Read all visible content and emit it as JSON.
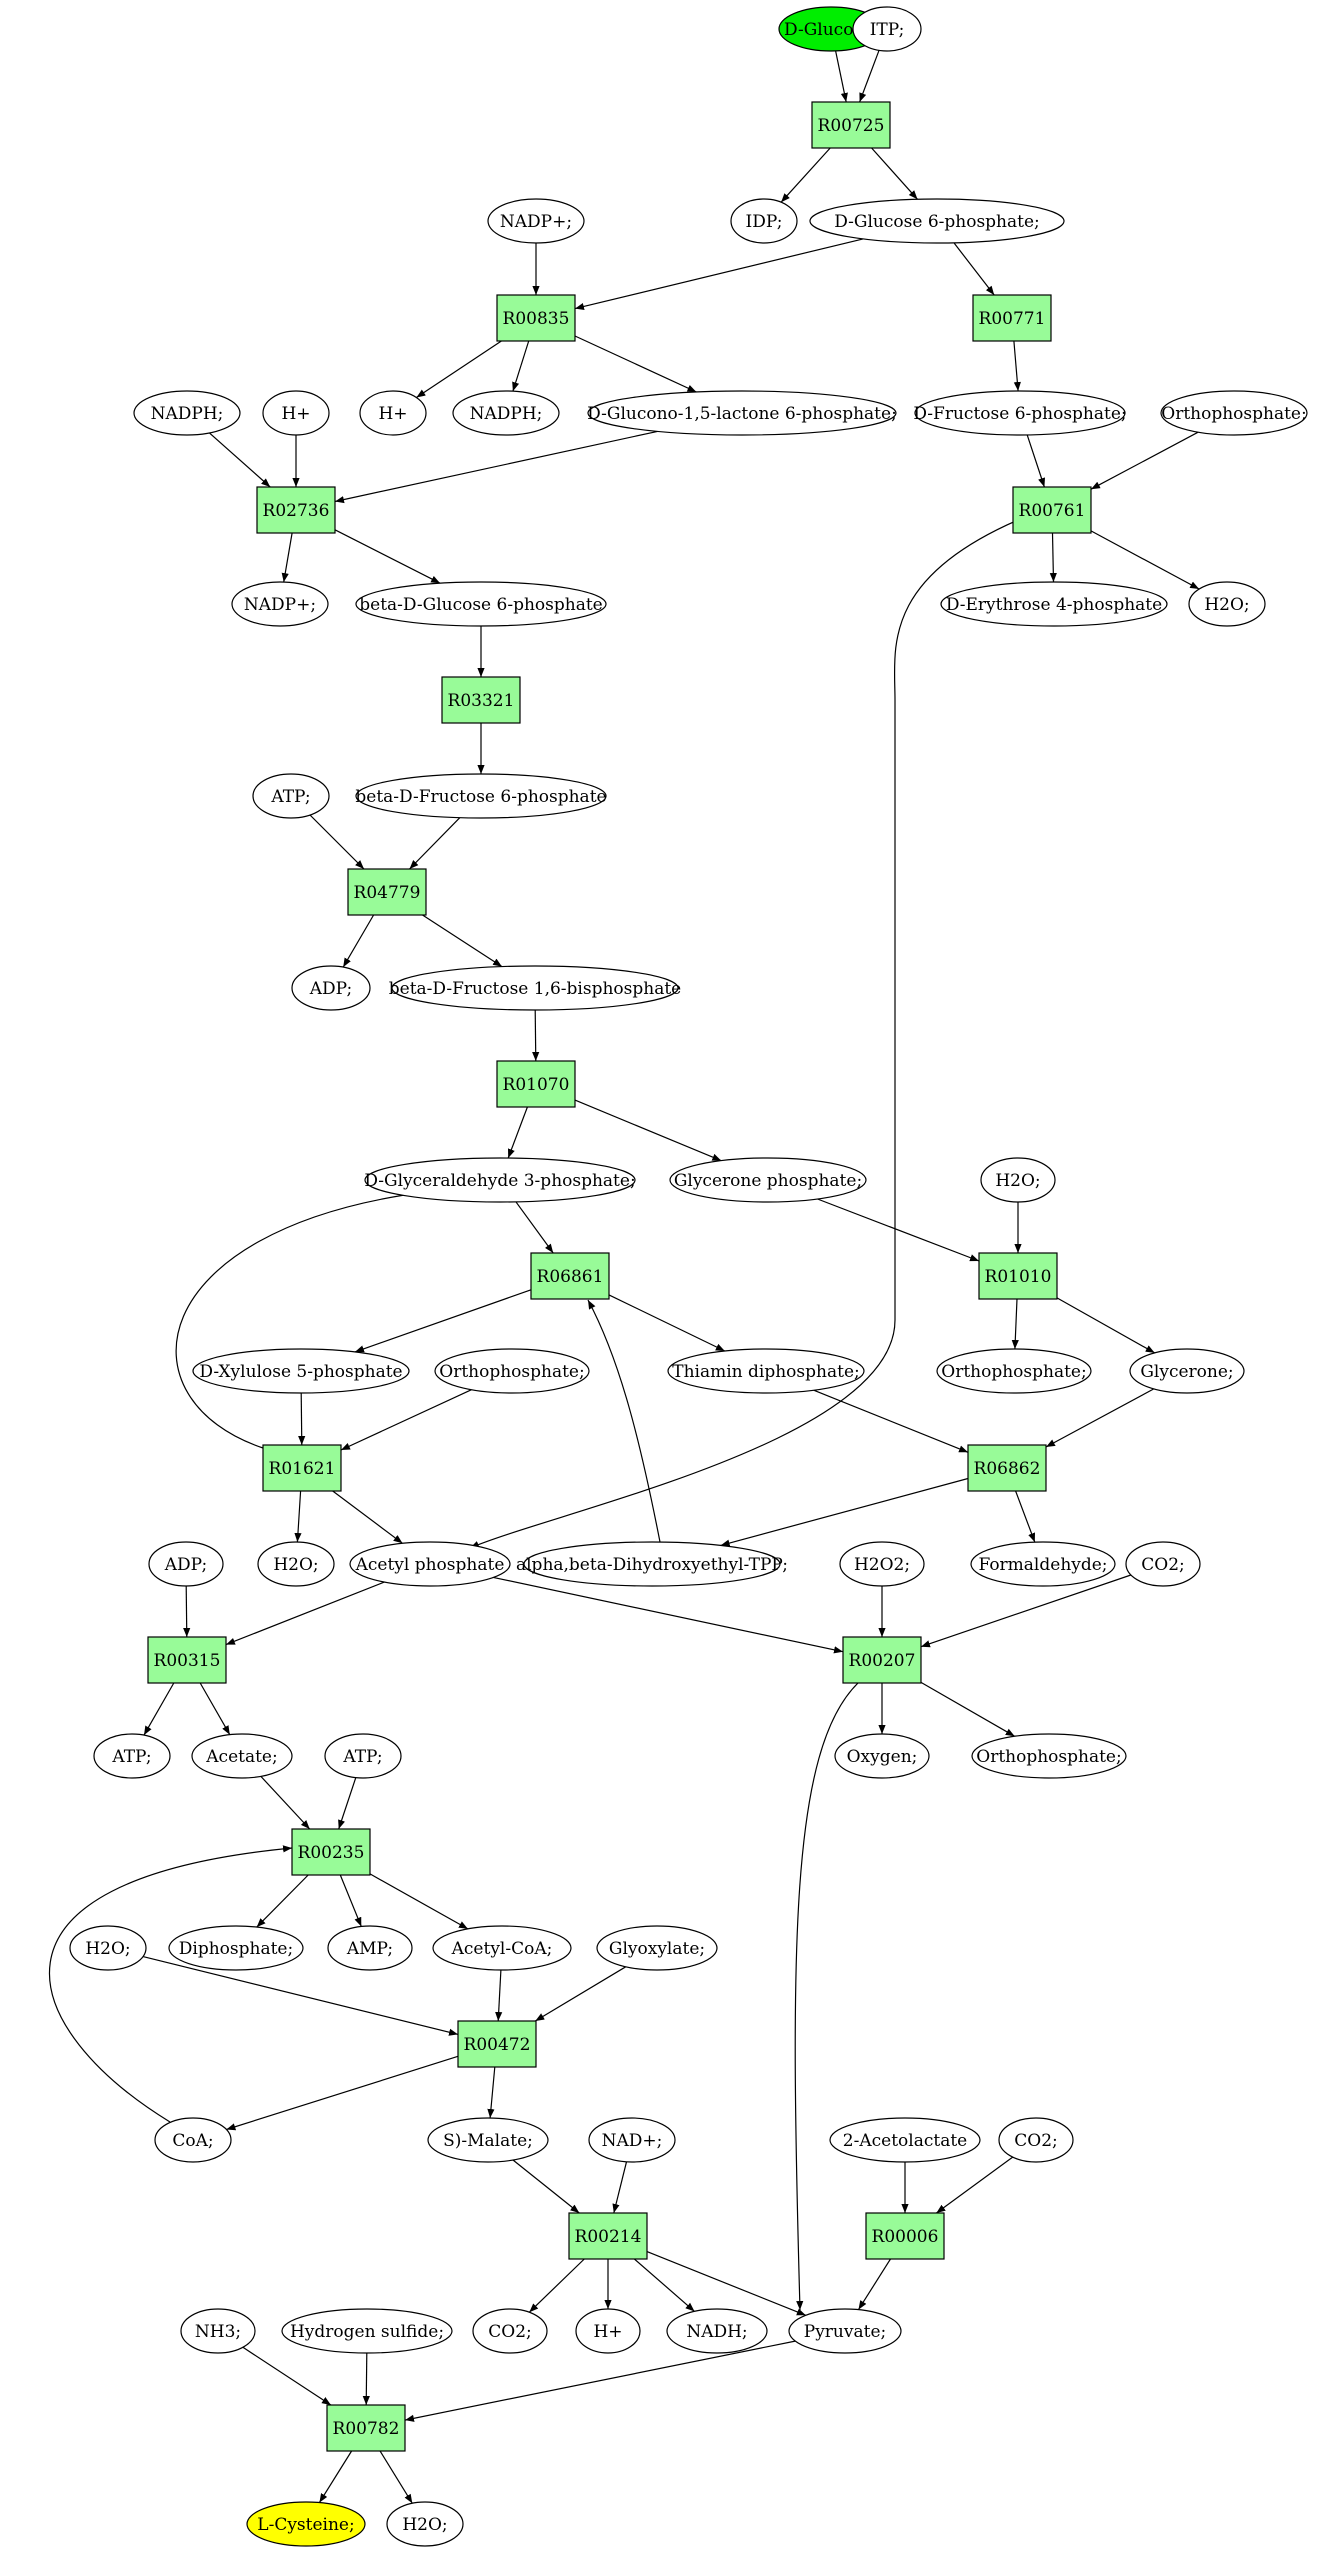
{
  "colors": {
    "reaction_fill": "#98fb98",
    "compound_fill": "#ffffff",
    "start_fill": "#00ee00",
    "end_fill": "#ffff00",
    "stroke": "#000000"
  },
  "nodes": [
    {
      "id": "glucose",
      "label": "D-Glucose;",
      "kind": "start"
    },
    {
      "id": "itp",
      "label": "ITP;",
      "kind": "compound"
    },
    {
      "id": "R00725",
      "label": "R00725",
      "kind": "reaction"
    },
    {
      "id": "idp",
      "label": "IDP;",
      "kind": "compound"
    },
    {
      "id": "g6p",
      "label": "D-Glucose 6-phosphate;",
      "kind": "compound"
    },
    {
      "id": "nadp1",
      "label": "NADP+;",
      "kind": "compound"
    },
    {
      "id": "R00835",
      "label": "R00835",
      "kind": "reaction"
    },
    {
      "id": "R00771",
      "label": "R00771",
      "kind": "reaction"
    },
    {
      "id": "h1",
      "label": "H+",
      "kind": "compound"
    },
    {
      "id": "nadph1",
      "label": "NADPH;",
      "kind": "compound"
    },
    {
      "id": "glucono",
      "label": "D-Glucono-1,5-lactone 6-phosphate;",
      "kind": "compound"
    },
    {
      "id": "nadph2",
      "label": "NADPH;",
      "kind": "compound"
    },
    {
      "id": "h2",
      "label": "H+",
      "kind": "compound"
    },
    {
      "id": "f6p",
      "label": "D-Fructose 6-phosphate;",
      "kind": "compound"
    },
    {
      "id": "orthop1",
      "label": "Orthophosphate;",
      "kind": "compound"
    },
    {
      "id": "R02736",
      "label": "R02736",
      "kind": "reaction"
    },
    {
      "id": "R00761",
      "label": "R00761",
      "kind": "reaction"
    },
    {
      "id": "nadp2",
      "label": "NADP+;",
      "kind": "compound"
    },
    {
      "id": "bg6p",
      "label": "beta-D-Glucose 6-phosphate",
      "kind": "compound"
    },
    {
      "id": "e4p",
      "label": "D-Erythrose 4-phosphate",
      "kind": "compound"
    },
    {
      "id": "h2o1",
      "label": "H2O;",
      "kind": "compound"
    },
    {
      "id": "R03321",
      "label": "R03321",
      "kind": "reaction"
    },
    {
      "id": "atp1",
      "label": "ATP;",
      "kind": "compound"
    },
    {
      "id": "bf6p",
      "label": "beta-D-Fructose 6-phosphate",
      "kind": "compound"
    },
    {
      "id": "R04779",
      "label": "R04779",
      "kind": "reaction"
    },
    {
      "id": "adp1",
      "label": "ADP;",
      "kind": "compound"
    },
    {
      "id": "bf16bp",
      "label": "beta-D-Fructose 1,6-bisphosphate",
      "kind": "compound"
    },
    {
      "id": "R01070",
      "label": "R01070",
      "kind": "reaction"
    },
    {
      "id": "gap",
      "label": "D-Glyceraldehyde 3-phosphate;",
      "kind": "compound"
    },
    {
      "id": "dhap",
      "label": "Glycerone phosphate;",
      "kind": "compound"
    },
    {
      "id": "h2o2",
      "label": "H2O;",
      "kind": "compound"
    },
    {
      "id": "R06861",
      "label": "R06861",
      "kind": "reaction"
    },
    {
      "id": "R01010",
      "label": "R01010",
      "kind": "reaction"
    },
    {
      "id": "x5p",
      "label": "D-Xylulose 5-phosphate",
      "kind": "compound"
    },
    {
      "id": "orthop2",
      "label": "Orthophosphate;",
      "kind": "compound"
    },
    {
      "id": "tpp",
      "label": "Thiamin diphosphate;",
      "kind": "compound"
    },
    {
      "id": "orthop3",
      "label": "Orthophosphate;",
      "kind": "compound"
    },
    {
      "id": "glycerone",
      "label": "Glycerone;",
      "kind": "compound"
    },
    {
      "id": "R01621",
      "label": "R01621",
      "kind": "reaction"
    },
    {
      "id": "R06862",
      "label": "R06862",
      "kind": "reaction"
    },
    {
      "id": "adp2",
      "label": "ADP;",
      "kind": "compound"
    },
    {
      "id": "h2o3",
      "label": "H2O;",
      "kind": "compound"
    },
    {
      "id": "acp",
      "label": "Acetyl phosphate",
      "kind": "compound"
    },
    {
      "id": "dhetpp",
      "label": "alpha,beta-Dihydroxyethyl-TPP;",
      "kind": "compound"
    },
    {
      "id": "h2o2b",
      "label": "H2O2;",
      "kind": "compound"
    },
    {
      "id": "formald",
      "label": "Formaldehyde;",
      "kind": "compound"
    },
    {
      "id": "co2a",
      "label": "CO2;",
      "kind": "compound"
    },
    {
      "id": "R00315",
      "label": "R00315",
      "kind": "reaction"
    },
    {
      "id": "R00207",
      "label": "R00207",
      "kind": "reaction"
    },
    {
      "id": "atp2",
      "label": "ATP;",
      "kind": "compound"
    },
    {
      "id": "acetate",
      "label": "Acetate;",
      "kind": "compound"
    },
    {
      "id": "atp3",
      "label": "ATP;",
      "kind": "compound"
    },
    {
      "id": "oxygen",
      "label": "Oxygen;",
      "kind": "compound"
    },
    {
      "id": "orthop4",
      "label": "Orthophosphate;",
      "kind": "compound"
    },
    {
      "id": "R00235",
      "label": "R00235",
      "kind": "reaction"
    },
    {
      "id": "h2o4",
      "label": "H2O;",
      "kind": "compound"
    },
    {
      "id": "diphos",
      "label": "Diphosphate;",
      "kind": "compound"
    },
    {
      "id": "amp",
      "label": "AMP;",
      "kind": "compound"
    },
    {
      "id": "acoa",
      "label": "Acetyl-CoA;",
      "kind": "compound"
    },
    {
      "id": "glyox",
      "label": "Glyoxylate;",
      "kind": "compound"
    },
    {
      "id": "R00472",
      "label": "R00472",
      "kind": "reaction"
    },
    {
      "id": "coa",
      "label": "CoA;",
      "kind": "compound"
    },
    {
      "id": "malate",
      "label": "S)-Malate;",
      "kind": "compound"
    },
    {
      "id": "nadplus",
      "label": "NAD+;",
      "kind": "compound"
    },
    {
      "id": "acetolac",
      "label": "2-Acetolactate",
      "kind": "compound"
    },
    {
      "id": "co2b",
      "label": "CO2;",
      "kind": "compound"
    },
    {
      "id": "R00214",
      "label": "R00214",
      "kind": "reaction"
    },
    {
      "id": "R00006",
      "label": "R00006",
      "kind": "reaction"
    },
    {
      "id": "nh3",
      "label": "NH3;",
      "kind": "compound"
    },
    {
      "id": "h2s",
      "label": "Hydrogen sulfide;",
      "kind": "compound"
    },
    {
      "id": "co2c",
      "label": "CO2;",
      "kind": "compound"
    },
    {
      "id": "h3",
      "label": "H+",
      "kind": "compound"
    },
    {
      "id": "nadh",
      "label": "NADH;",
      "kind": "compound"
    },
    {
      "id": "pyruvate",
      "label": "Pyruvate;",
      "kind": "compound"
    },
    {
      "id": "R00782",
      "label": "R00782",
      "kind": "reaction"
    },
    {
      "id": "cys",
      "label": "L-Cysteine;",
      "kind": "end"
    },
    {
      "id": "h2o5",
      "label": "H2O;",
      "kind": "compound"
    }
  ]
}
